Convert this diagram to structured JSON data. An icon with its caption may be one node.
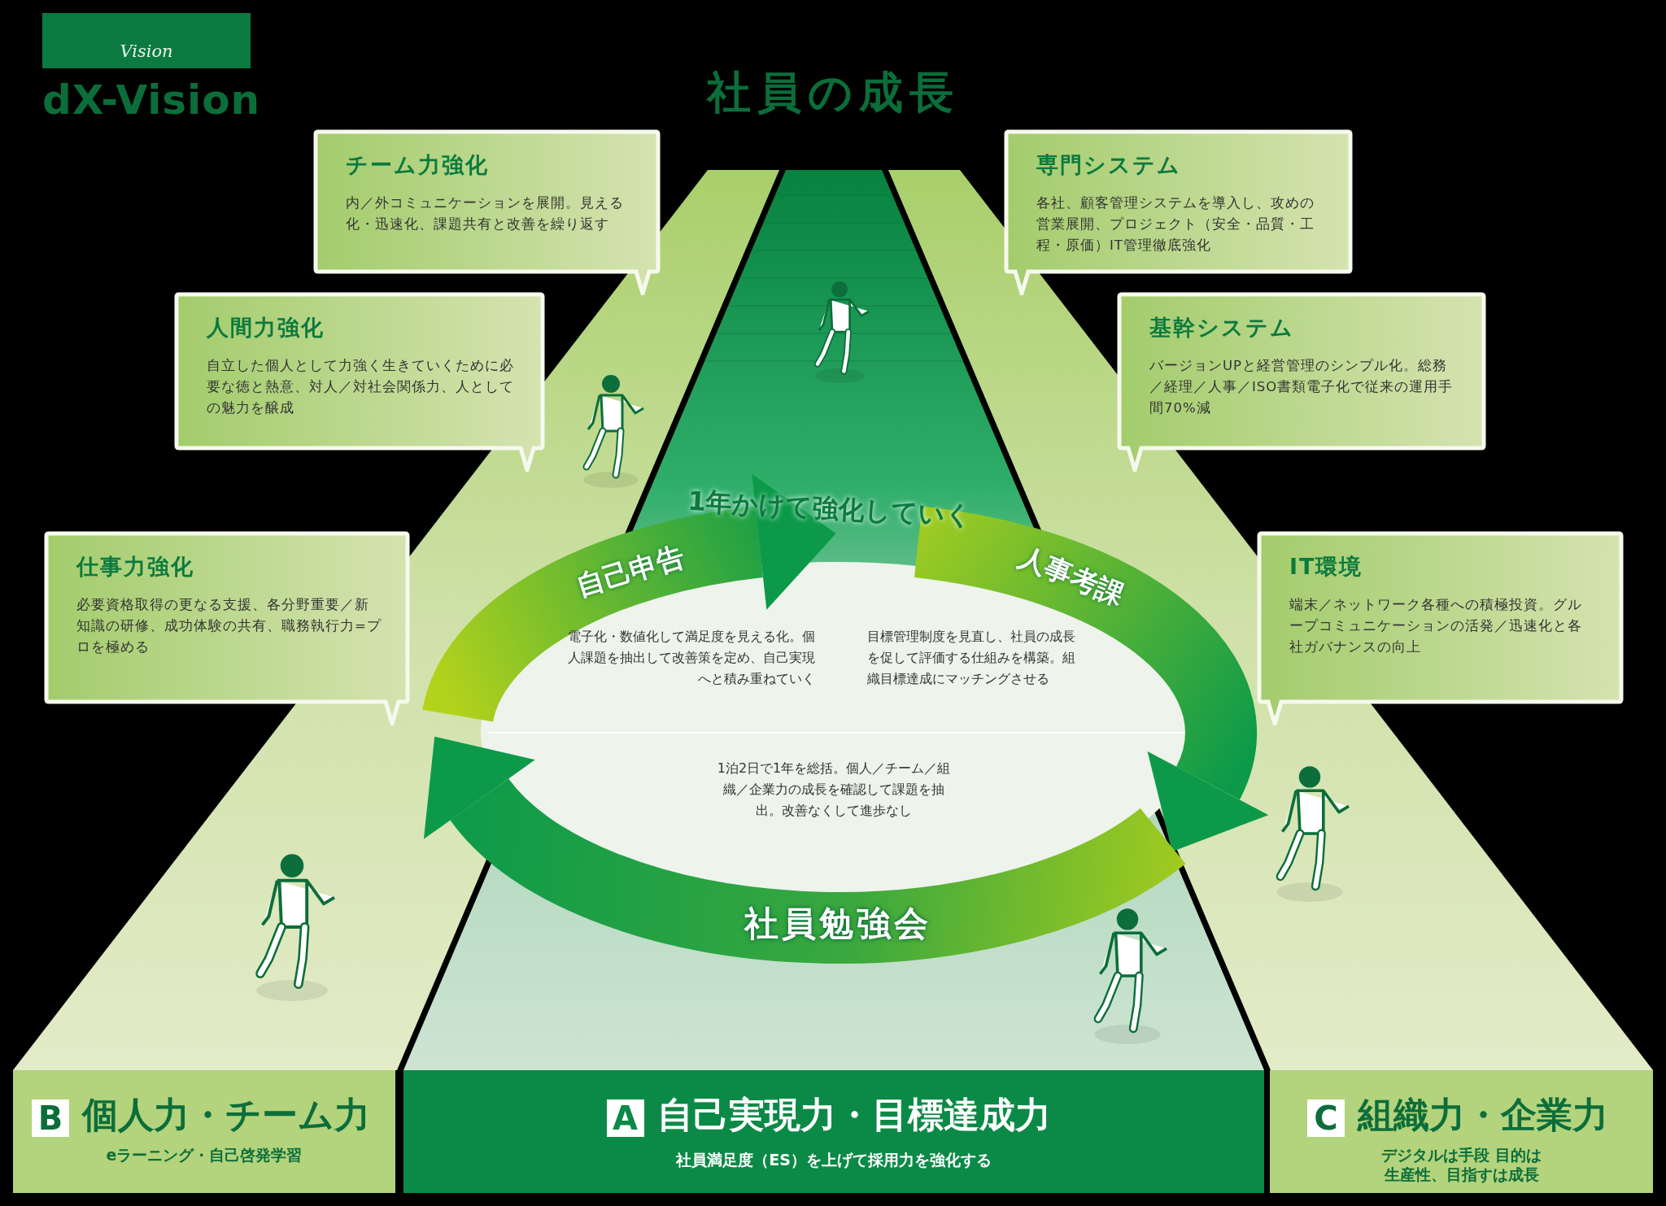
{
  "diagram": {
    "title": "社員の成長",
    "nodes": [
      {
        "text": [
          "Vision",
          "dX-Vision"
        ]
      },
      {
        "text": [
          "チーム力強化",
          "内／外コミュニケーションを展開。見える化・迅速化、課題共有と改善を繰り返す"
        ]
      },
      {
        "text": [
          "人間力強化",
          "自立した個人として力強く生きていくために必要な徳と熱意、対人／対社会関係力、人としての魅力を醸成"
        ]
      },
      {
        "text": [
          "仕事力強化",
          "必要資格取得の更なる支援、各分野重要／新知識の研修、成功体験の共有、職務執行力=プロを極める"
        ]
      },
      {
        "text": [
          "専門システム",
          "各社、顧客管理システムを導入し、攻めの営業展開、プロジェクト（安全・品質・工程・原価）IT管理徹底強化"
        ]
      },
      {
        "text": [
          "基幹システム",
          "バージョンUPと経営管理のシンプル化。総務／経理／人事／ISO書類電子化で従来の運用手間70%減"
        ]
      },
      {
        "text": [
          "IT環境",
          "端末／ネットワーク各種への積極投資。グループコミュニケーションの活発／迅速化と各社ガバナンスの向上"
        ]
      },
      {
        "text": [
          "B",
          "個人力・チーム力",
          "eラーニング・自己啓発学習"
        ]
      },
      {
        "text": [
          "A",
          "自己実現力・目標達成力",
          "社員満足度（ES）を上げて採用力を強化する"
        ]
      },
      {
        "text": [
          "C",
          "組織力・企業力",
          "デジタルは手段 目的は生産性、目指すは成長"
        ]
      }
    ],
    "labels": [
      "1年かけて強化していく",
      "自己申告",
      "人事考課",
      "電子化・数値化して満足度を見える化。個人課題を抽出して改善策を定め、自己実現へと積み重ねていく",
      "目標管理制度を見直し、社員の成長を促して評価する仕組みを構築。組織目標達成にマッチングさせる",
      "1泊2日で1年を総括。個人／チーム／組織／企業力の成長を確認して課題を抽出。改善なくして進歩なし",
      "社員勉強会"
    ]
  }
}
